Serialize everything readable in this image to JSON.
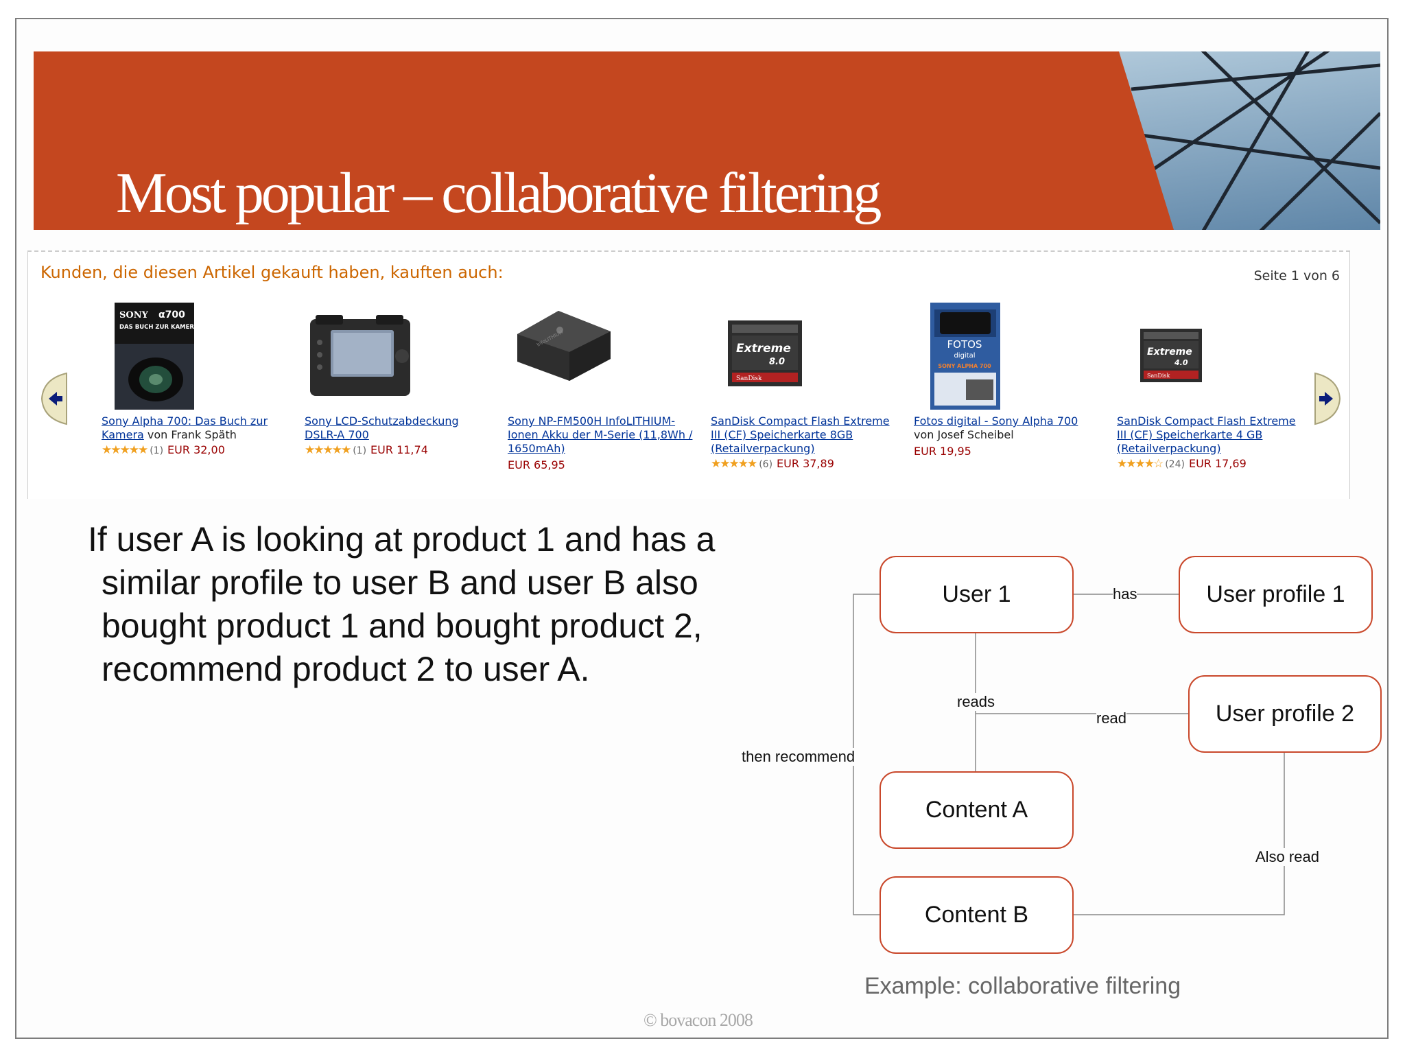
{
  "slide": {
    "title": "Most popular – collaborative filtering",
    "body_text": "If user A is looking at product 1 and has a similar profile to user B and user B also bought product  1 and bought product 2, recommend product 2 to user A.",
    "caption": "Example: collaborative filtering",
    "copyright": "© bovacon 2008",
    "colors": {
      "banner": "#c4471f",
      "node_border": "#c9482b"
    }
  },
  "recommendations": {
    "heading": "Kunden, die diesen Artikel gekauft haben, kauften auch:",
    "page_indicator": "Seite 1 von 6",
    "nav": {
      "prev_icon": "arrow-left-icon",
      "next_icon": "arrow-right-icon"
    },
    "products": [
      {
        "title": "Sony Alpha 700: Das Buch zur Kamera",
        "author": "von Frank Späth",
        "stars": "★★★★★",
        "rating": 5,
        "reviews": "(1)",
        "price": "EUR 32,00",
        "cover_brand": "SONY",
        "cover_model": "α700",
        "cover_subtitle": "DAS BUCH ZUR KAMERA"
      },
      {
        "title": "Sony LCD-Schutzabdeckung DSLR-A 700",
        "author": "",
        "stars": "★★★★★",
        "rating": 5,
        "reviews": "(1)",
        "price": "EUR 11,74"
      },
      {
        "title": "Sony NP-FM500H InfoLITHIUM-Ionen Akku der M-Serie (11,8Wh / 1650mAh)",
        "author": "",
        "stars": "",
        "rating": null,
        "reviews": "",
        "price": "EUR 65,95"
      },
      {
        "title": "SanDisk Compact Flash Extreme III (CF) Speicherkarte 8GB (Retailverpackung)",
        "author": "",
        "stars": "★★★★★",
        "rating": 5,
        "reviews": "(6)",
        "price": "EUR 37,89",
        "card_brand": "Extreme",
        "card_capacity": "8.0",
        "card_maker": "SanDisk"
      },
      {
        "title": "Fotos digital - Sony Alpha 700",
        "author": "von Josef Scheibel",
        "stars": "",
        "rating": null,
        "reviews": "",
        "price": "EUR 19,95",
        "cover_title": "FOTOS",
        "cover_sub": "digital",
        "cover_band": "SONY ALPHA 700"
      },
      {
        "title": "SanDisk Compact Flash Extreme III (CF) Speicherkarte 4 GB (Retailverpackung)",
        "author": "",
        "stars": "★★★★☆",
        "rating": 4.5,
        "reviews": "(24)",
        "price": "EUR 17,69",
        "card_brand": "Extreme",
        "card_capacity": "4.0",
        "card_maker": "SanDisk"
      }
    ]
  },
  "diagram": {
    "nodes": {
      "user1": "User 1",
      "profile1": "User profile 1",
      "profile2": "User profile 2",
      "contentA": "Content A",
      "contentB": "Content B"
    },
    "edges": {
      "has": "has",
      "reads": "reads",
      "read": "read",
      "then_recommend": "then recommend",
      "also_read": "Also read"
    }
  }
}
